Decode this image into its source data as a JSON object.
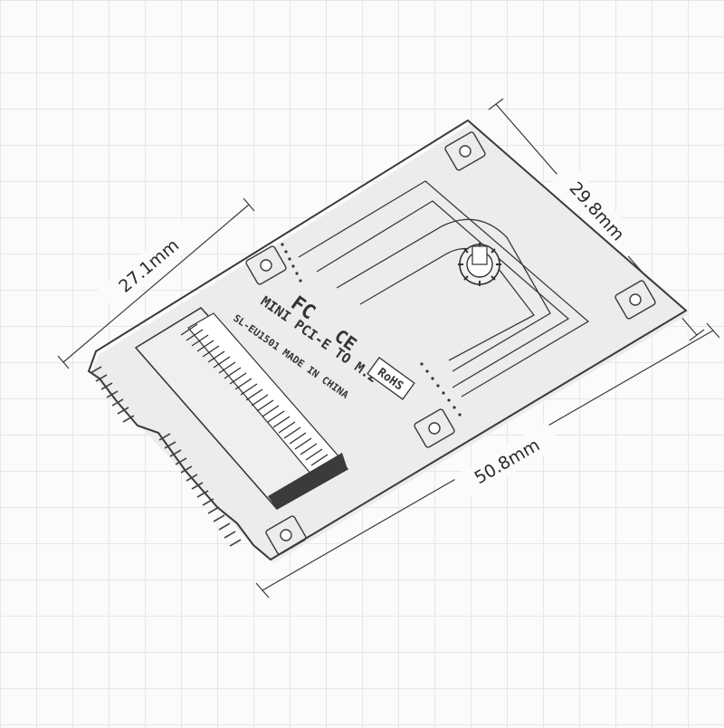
{
  "dimensions": {
    "width_label": "27.1mm",
    "height_label": "29.8mm",
    "length_label": "50.8mm"
  },
  "board": {
    "title_line1": "MINI PCI-E TO M.2",
    "model_line": "SL-EU1501 MADE IN CHINA",
    "rohs_label": "RoHS",
    "fcc_mark": "FC",
    "ce_mark": "CE"
  }
}
